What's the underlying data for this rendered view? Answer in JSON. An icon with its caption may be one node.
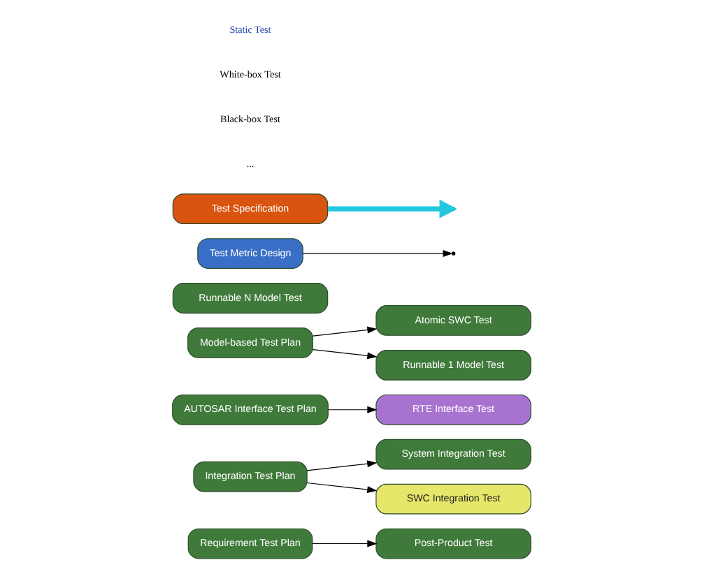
{
  "diagram": {
    "nodes": [
      {
        "text": [
          "Requirement Test Plan"
        ]
      },
      {
        "text": [
          "Post-Product Test"
        ]
      },
      {
        "text": [
          "Integration Test Plan"
        ]
      },
      {
        "text": [
          "System Integration Test"
        ]
      },
      {
        "text": [
          "SWC Integration Test"
        ]
      },
      {
        "text": [
          "AUTOSAR Interface Test Plan"
        ]
      },
      {
        "text": [
          "RTE Interface Test"
        ]
      },
      {
        "text": [
          "Model-based Test Plan"
        ]
      },
      {
        "text": [
          "Atomic SWC Test"
        ]
      },
      {
        "text": [
          "Runnable 1 Model Test"
        ]
      },
      {
        "text": [
          "Runnable N Model Test"
        ]
      },
      {
        "text": [
          "Test Metric Design"
        ]
      },
      {
        "text": [
          "Test Specification"
        ]
      }
    ],
    "edges": [
      {
        "from": 0,
        "to": 1,
        "arrow": "to"
      },
      {
        "from": 2,
        "to": 3,
        "arrow": "to"
      },
      {
        "from": 2,
        "to": 4,
        "arrow": "to"
      },
      {
        "from": 5,
        "to": 6,
        "arrow": "to"
      },
      {
        "from": 7,
        "to": 8,
        "arrow": "to"
      },
      {
        "from": 7,
        "to": 9,
        "arrow": "to"
      },
      {
        "from": 11,
        "to": null,
        "arrow": "to"
      },
      {
        "from": 12,
        "to": null,
        "arrow": "to",
        "style": "thick",
        "color": "#22c8e0"
      }
    ],
    "labels": [
      "...",
      "Black-box Test",
      "White-box Test",
      "Static Test"
    ]
  }
}
